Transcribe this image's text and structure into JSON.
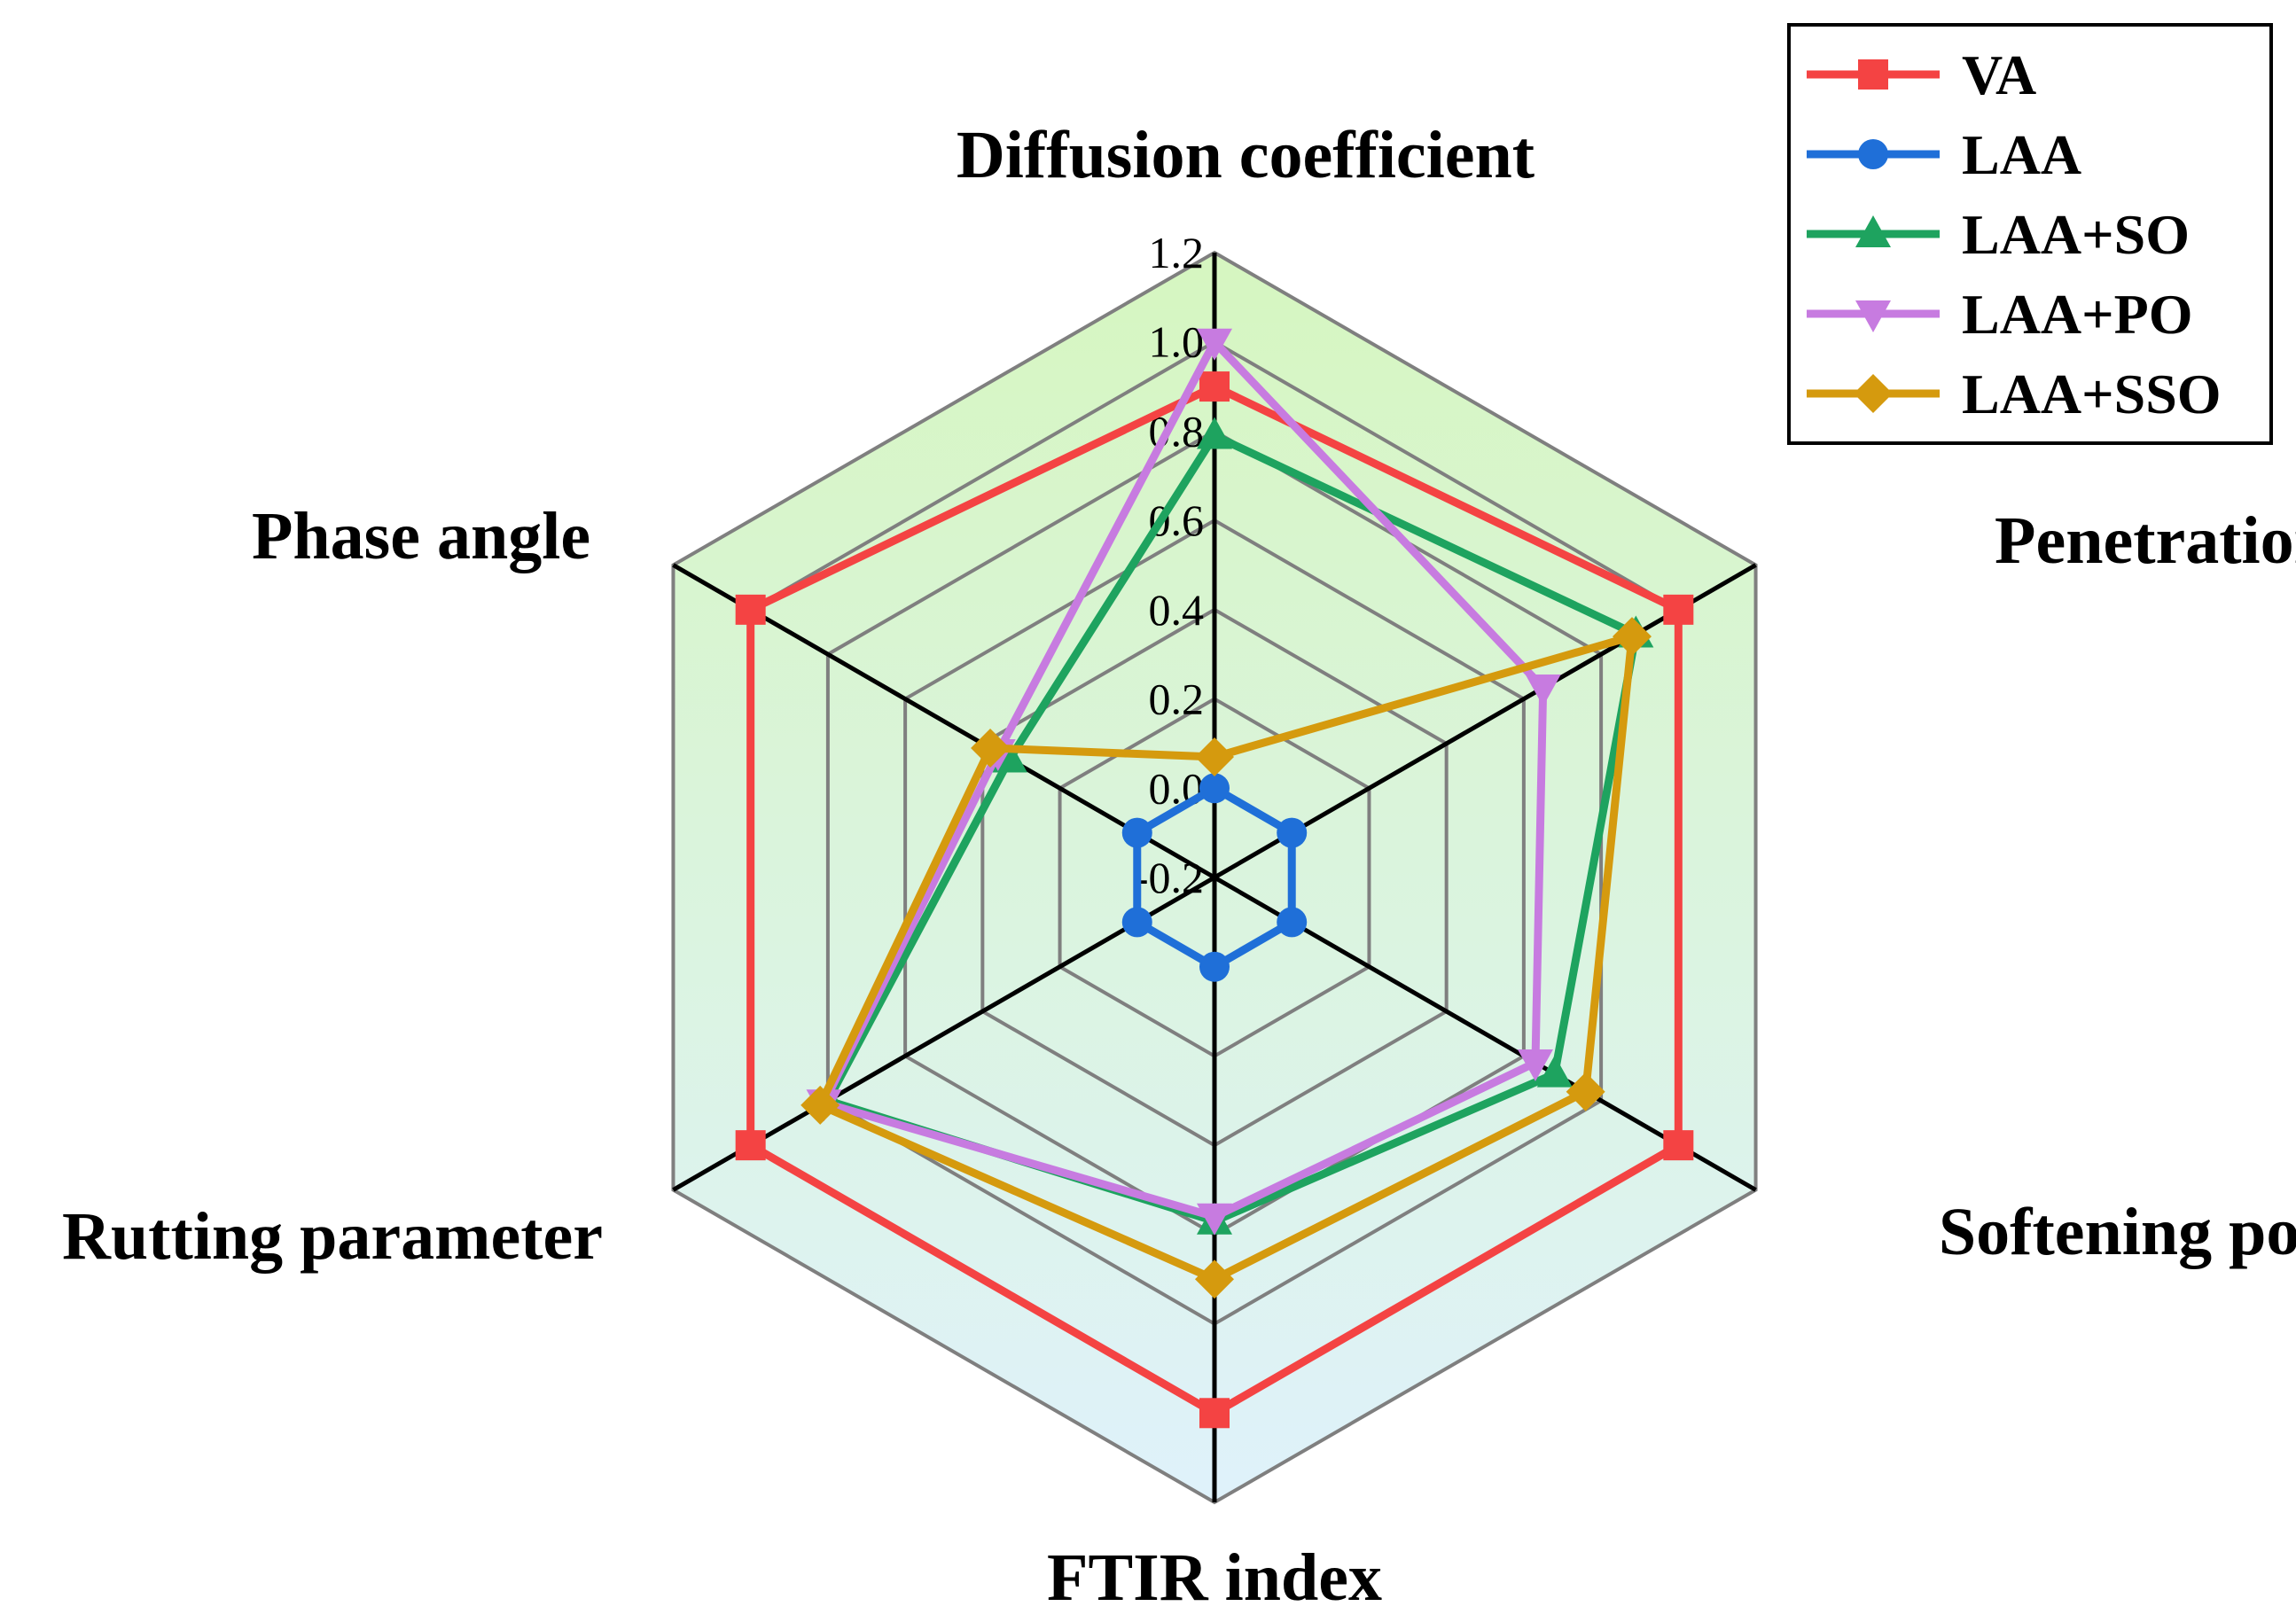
{
  "chart_data": {
    "type": "radar",
    "axes": [
      "Diffusion coefficient",
      "Penetration",
      "Softening point",
      "FTIR index",
      "Rutting parameter",
      "Phase angle"
    ],
    "range": [
      -0.2,
      1.2
    ],
    "ticks": [
      "-0.2",
      "0.0",
      "0.2",
      "0.4",
      "0.6",
      "0.8",
      "1.0",
      "1.2"
    ],
    "grid": true,
    "legend_position": "top-right",
    "series": [
      {
        "name": "VA",
        "color": "#f44343",
        "marker": "square",
        "values": [
          0.9,
          1.0,
          1.0,
          1.0,
          1.0,
          1.0
        ]
      },
      {
        "name": "LAA",
        "color": "#1f6fd8",
        "marker": "circle",
        "values": [
          0.0,
          0.0,
          0.0,
          0.0,
          0.0,
          0.0
        ]
      },
      {
        "name": "LAA+SO",
        "color": "#1ea35f",
        "marker": "triangle-up",
        "values": [
          0.79,
          0.89,
          0.68,
          0.57,
          0.8,
          0.33
        ]
      },
      {
        "name": "LAA+PO",
        "color": "#c77be0",
        "marker": "triangle-down",
        "values": [
          1.0,
          0.65,
          0.63,
          0.56,
          0.81,
          0.36
        ]
      },
      {
        "name": "LAA+SSO",
        "color": "#d59a0e",
        "marker": "diamond",
        "values": [
          0.07,
          0.88,
          0.76,
          0.7,
          0.82,
          0.38
        ]
      }
    ]
  }
}
